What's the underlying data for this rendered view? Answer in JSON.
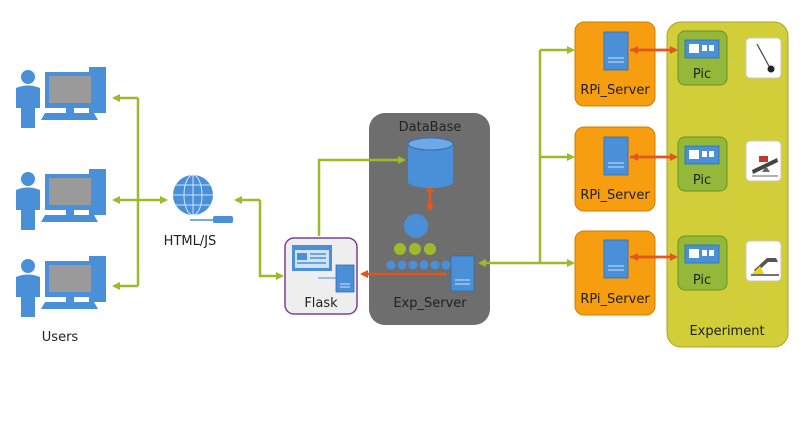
{
  "labels": {
    "users": "Users",
    "html_js": "HTML/JS",
    "flask": "Flask",
    "database": "DataBase",
    "exp_server": "Exp_Server",
    "rpi_server": "RPi_Server",
    "pic": "Pic",
    "experiment": "Experiment"
  },
  "colors": {
    "green_link": "#9bbb2a",
    "red_link": "#e2571e",
    "server_blue": "#4a90d9",
    "exp_server_box": "#6e6e6e",
    "rpi_box": "#f79d10",
    "experiment_box": "#d1ce3a",
    "pic_box": "#94b93a",
    "flask_border": "#7b3f98"
  },
  "icons": {
    "user": "user-icon",
    "computer": "computer-icon",
    "globe": "globe-icon",
    "router": "router-icon",
    "database": "database-icon",
    "server": "server-icon",
    "webapp": "webapp-icon",
    "chip": "chip-icon",
    "pendulum": "pendulum-icon",
    "beam": "beam-icon",
    "lever": "lever-icon"
  }
}
